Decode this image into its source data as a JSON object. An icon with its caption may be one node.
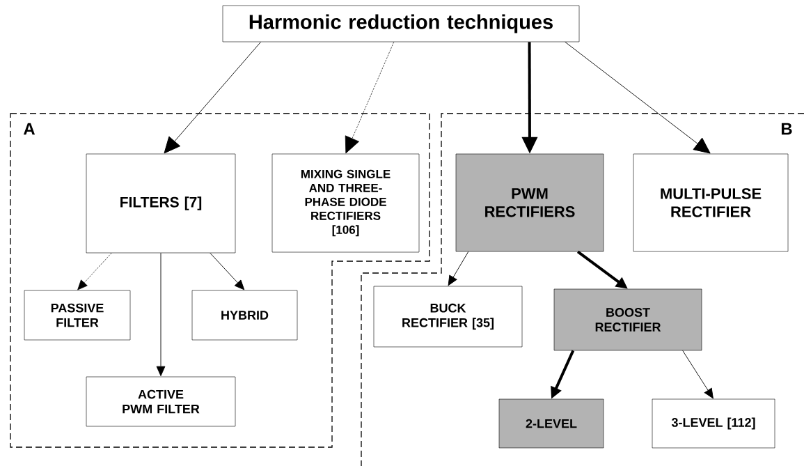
{
  "diagram": {
    "nodes": [
      {
        "text": [
          "Harmonic reduction techniques"
        ]
      },
      {
        "text": [
          "A"
        ]
      },
      {
        "text": [
          "FILTERS [7]"
        ],
        "in": 1
      },
      {
        "text": [
          "MIXING SINGLE AND THREE-PHASE DIODE RECTIFIERS [106]"
        ],
        "in": 1
      },
      {
        "text": [
          "PASSIVE FILTER"
        ],
        "in": 1
      },
      {
        "text": [
          "HYBRID"
        ],
        "in": 1
      },
      {
        "text": [
          "ACTIVE PWM FILTER"
        ],
        "in": 1
      },
      {
        "text": [
          "B"
        ]
      },
      {
        "text": [
          "PWM RECTIFIERS"
        ],
        "in": 7
      },
      {
        "text": [
          "MULTI-PULSE RECTIFIER"
        ],
        "in": 7
      },
      {
        "text": [
          "BUCK RECTIFIER [35]"
        ],
        "in": 7
      },
      {
        "text": [
          "BOOST RECTIFIER"
        ],
        "in": 7
      },
      {
        "text": [
          "2-LEVEL"
        ],
        "in": 7
      },
      {
        "text": [
          "3-LEVEL [112]"
        ],
        "in": 7
      }
    ],
    "edges": [
      {
        "from": 0,
        "to": 2,
        "arrow": "to"
      },
      {
        "from": 0,
        "to": 3,
        "arrow": "to",
        "style": "dashed"
      },
      {
        "from": 0,
        "to": 8,
        "arrow": "to",
        "style": "thick"
      },
      {
        "from": 0,
        "to": 9,
        "arrow": "to"
      },
      {
        "from": 2,
        "to": 4,
        "arrow": "to",
        "style": "dashed"
      },
      {
        "from": 2,
        "to": 6,
        "arrow": "to"
      },
      {
        "from": 2,
        "to": 5,
        "arrow": "to"
      },
      {
        "from": 8,
        "to": 10,
        "arrow": "to"
      },
      {
        "from": 8,
        "to": 11,
        "arrow": "to",
        "style": "thick"
      },
      {
        "from": 11,
        "to": 12,
        "arrow": "to",
        "style": "thick"
      },
      {
        "from": 11,
        "to": 13,
        "arrow": "to"
      }
    ]
  }
}
